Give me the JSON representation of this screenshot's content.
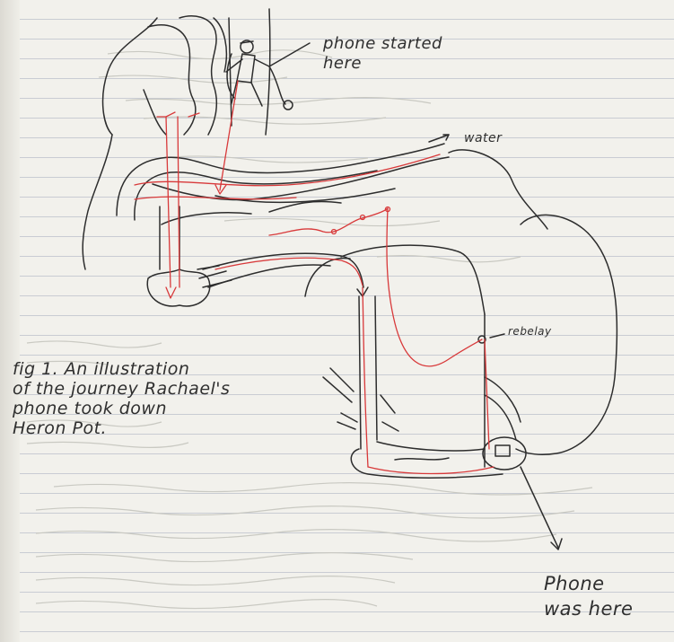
{
  "labels": {
    "phone_started": "phone started\nhere",
    "water": "water",
    "rebelay": "rebelay",
    "figure_caption": "fig 1. An illustration\nof the journey Rachael's\nphone took down\nHeron Pot.",
    "phone_was_here": "Phone\nwas here"
  },
  "colors": {
    "ink": "#2d2d2d",
    "red_ink": "#d8393a",
    "paper": "#f2f1ec",
    "rule_line": "#c9ccd3"
  }
}
